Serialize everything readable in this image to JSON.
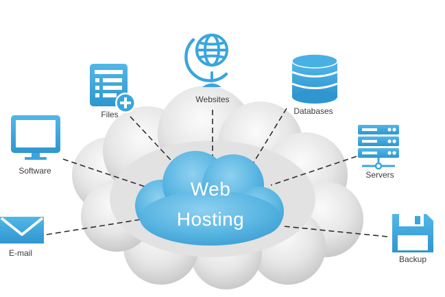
{
  "center": {
    "line1": "Web",
    "line2": "Hosting"
  },
  "nodes": {
    "websites": "Websites",
    "files": "Files",
    "databases": "Databases",
    "software": "Software",
    "servers": "Servers",
    "email": "E-mail",
    "backup": "Backup"
  },
  "colors": {
    "accent": "#3aa6dd",
    "center_cloud": "#5ab6e2",
    "cloud_grey": "#dcdcdc",
    "connector": "#2b2b2b",
    "label_text": "#3a3a3a"
  },
  "icons": {
    "websites": "globe-icon",
    "files": "document-add-icon",
    "databases": "database-icon",
    "software": "monitor-icon",
    "servers": "server-rack-icon",
    "email": "envelope-icon",
    "backup": "floppy-disk-icon"
  }
}
